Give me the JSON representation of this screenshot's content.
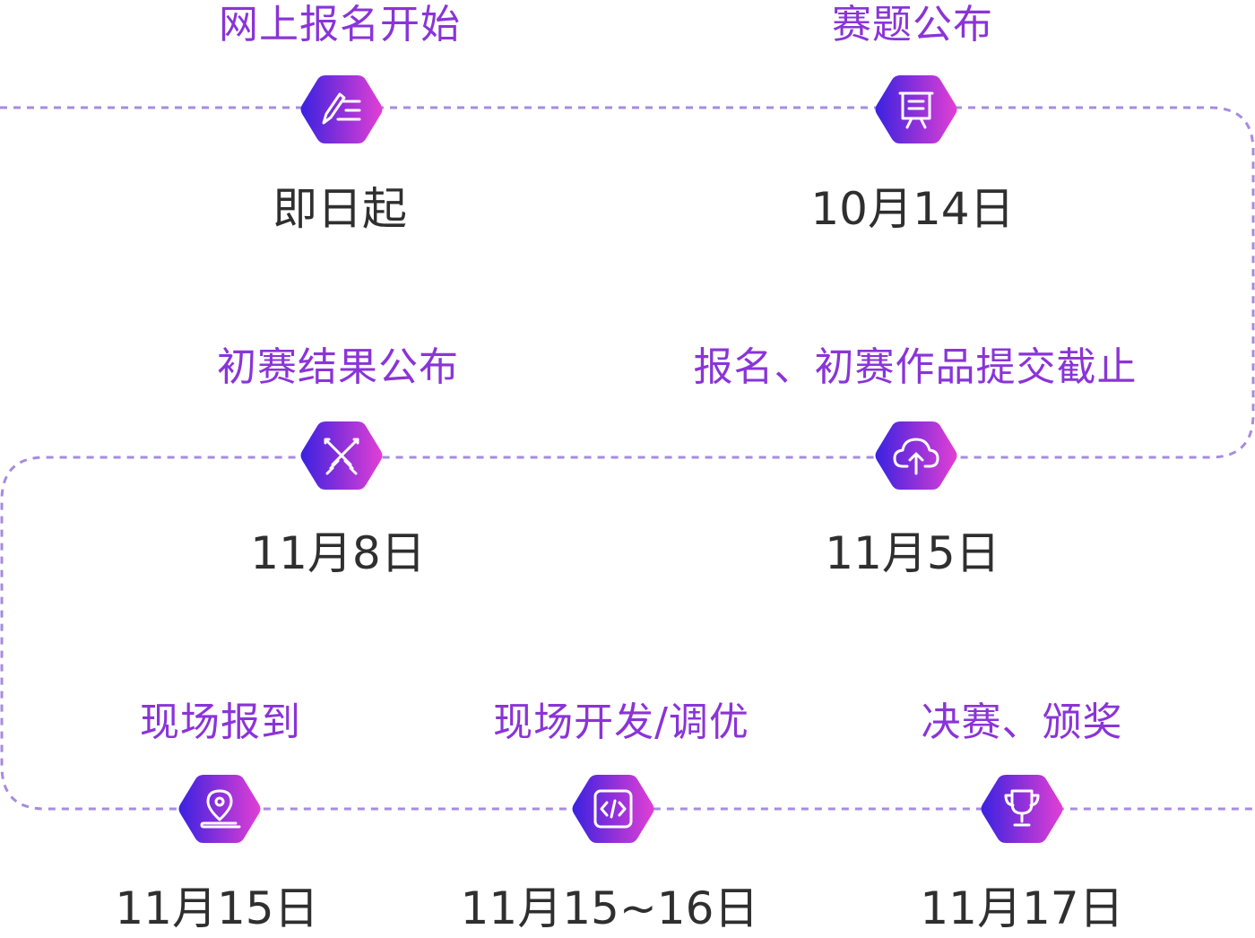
{
  "colors": {
    "path": "#a78be0",
    "title": "#8a34d8",
    "date": "#2f2f2f",
    "hex_start": "#3a22e0",
    "hex_end": "#e23fd4"
  },
  "stages": [
    {
      "title": "网上报名开始",
      "date": "即日起",
      "icon": "pencil-list-icon"
    },
    {
      "title": "赛题公布",
      "date": "10月14日",
      "icon": "presentation-board-icon"
    },
    {
      "title": "报名、初赛作品提交截止",
      "date": "11月5日",
      "icon": "cloud-upload-icon"
    },
    {
      "title": "初赛结果公布",
      "date": "11月8日",
      "icon": "crossed-swords-icon"
    },
    {
      "title": "现场报到",
      "date": "11月15日",
      "icon": "location-pin-icon"
    },
    {
      "title": "现场开发/调优",
      "date": "11月15~16日",
      "icon": "code-brackets-icon"
    },
    {
      "title": "决赛、颁奖",
      "date": "11月17日",
      "icon": "trophy-icon"
    }
  ]
}
